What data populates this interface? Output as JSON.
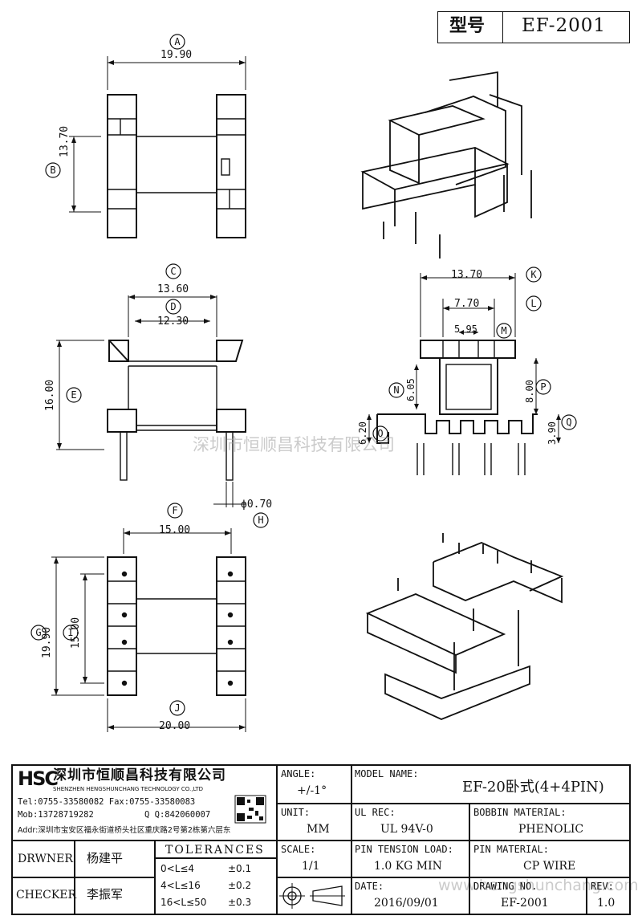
{
  "header": {
    "model_label": "型号",
    "model_value": "EF-2001"
  },
  "dims": {
    "A": "19.90",
    "B": "13.70",
    "C": "13.60",
    "D": "12.30",
    "E": "16.00",
    "F": "15.00",
    "G": "19.90",
    "I": "15.00",
    "J": "20.00",
    "K": "13.70",
    "L": "7.70",
    "M": "5.95",
    "N": "6.05",
    "P": "8.00",
    "O": "6.20",
    "Q": "3.90",
    "H": "ϕ0.70"
  },
  "labels": {
    "A": "A",
    "B": "B",
    "C": "C",
    "D": "D",
    "E": "E",
    "F": "F",
    "G": "G",
    "H": "H",
    "I": "I",
    "J": "J",
    "K": "K",
    "L": "L",
    "M": "M",
    "N": "N",
    "O": "O",
    "P": "P",
    "Q": "Q"
  },
  "watermark": {
    "center": "深圳市恒顺昌科技有限公司",
    "url": "www.hengshunchang.com"
  },
  "company": {
    "logo": "HSC",
    "name_cn": "深圳市恒顺昌科技有限公司",
    "name_en": "SHENZHEN HENGSHUNCHANG TECHNOLOGY CO.,LTD",
    "tel": "Tel:0755-33580082 Fax:0755-33580083",
    "mob": "Mob:13728719282",
    "qq": "Q Q:842060007",
    "addr": "Addr:深圳市宝安区福永街道桥头社区重庆路2号第2栋第六层东"
  },
  "table": {
    "angle_label": "ANGLE:",
    "angle_value": "+/-1°",
    "model_name_label": "MODEL NAME:",
    "model_name_value": "EF-20卧式(4+4PIN)",
    "unit_label": "UNIT:",
    "unit_value": "MM",
    "ul_label": "UL REC:",
    "ul_value": "UL 94V-0",
    "bobbin_label": "BOBBIN MATERIAL:",
    "bobbin_value": "PHENOLIC",
    "drwner_label": "DRWNER",
    "drwner_value": "杨建平",
    "tolerances_label": "TOLERANCES",
    "tol_rows": [
      {
        "range": "0<L≤4",
        "value": "±0.1"
      },
      {
        "range": "4<L≤16",
        "value": "±0.2"
      },
      {
        "range": "16<L≤50",
        "value": "±0.3"
      }
    ],
    "scale_label": "SCALE:",
    "scale_value": "1/1",
    "pin_tension_label": "PIN TENSION LOAD:",
    "pin_tension_value": "1.0 KG MIN",
    "pin_material_label": "PIN MATERIAL:",
    "pin_material_value": "CP WIRE",
    "checker_label": "CHECKER",
    "checker_value": "李振军",
    "date_label": "DATE:",
    "date_value": "2016/09/01",
    "drawing_no_label": "DRAWING NO.",
    "drawing_no_value": "EF-2001",
    "rev_label": "REV:",
    "rev_value": "1.0"
  }
}
